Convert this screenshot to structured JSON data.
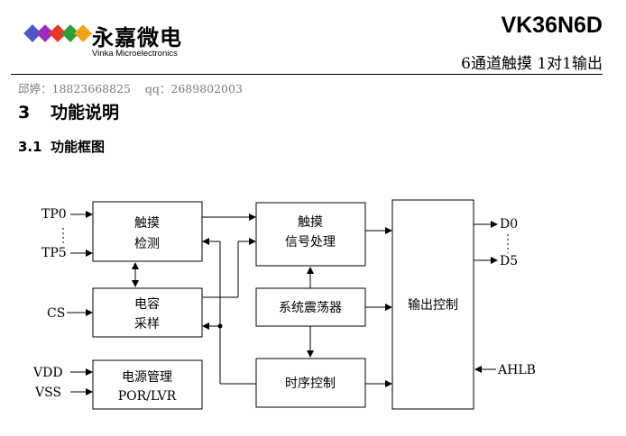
{
  "header": {
    "brand_name": "永嘉微电",
    "brand_sub": "Vinka Microelectronics",
    "product_code": "VK36N6D",
    "product_desc": "6通道触摸 1对1输出",
    "contact": "邱婷：18823668825    qq：2689802003",
    "logo_colors": [
      "#4f56c7",
      "#9b2fbd",
      "#e53a2a",
      "#2f9e3b",
      "#f4a316"
    ]
  },
  "section": {
    "number": "3",
    "title": "功能说明"
  },
  "subsection": {
    "number": "3.1",
    "title": "功能框图"
  },
  "diagram": {
    "inputs": {
      "tp0": "TP0",
      "tp5": "TP5",
      "cs": "CS",
      "vdd": "VDD",
      "vss": "VSS"
    },
    "outputs": {
      "d0": "D0",
      "d5": "D5",
      "ahlb": "AHLB"
    },
    "blocks": {
      "touch_detect": [
        "触摸",
        "检测"
      ],
      "cap_sample": [
        "电容",
        "采样"
      ],
      "power_mgmt": [
        "电源管理",
        "POR/LVR"
      ],
      "signal_proc": [
        "触摸",
        "信号处理"
      ],
      "osc": [
        "系统震荡器"
      ],
      "timing": [
        "时序控制"
      ],
      "output_ctrl": [
        "输出控制"
      ]
    }
  }
}
